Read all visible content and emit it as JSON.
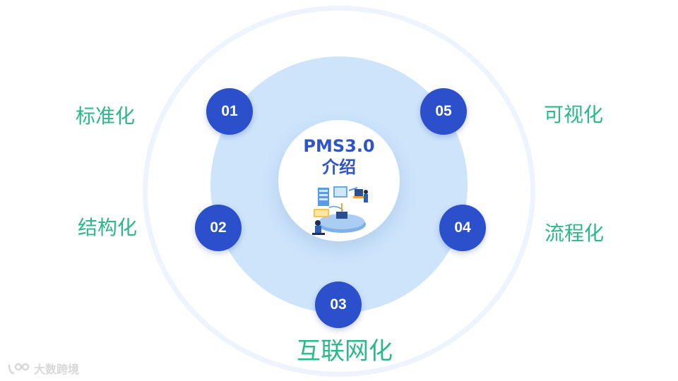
{
  "center": {
    "title": "PMS3.0\n介绍"
  },
  "nodes": [
    {
      "number": "01",
      "label": "标准化"
    },
    {
      "number": "02",
      "label": "结构化"
    },
    {
      "number": "03",
      "label": "互联网化"
    },
    {
      "number": "04",
      "label": "流程化"
    },
    {
      "number": "05",
      "label": "可视化"
    }
  ],
  "watermark": {
    "text": "大数跨境"
  },
  "colors": {
    "node_fill": "#2c4fcc",
    "label_text": "#2bb88a",
    "center_title": "#2f54c9",
    "mid_disc": "#cde4fb",
    "outer_ring": "#edf4fd"
  }
}
